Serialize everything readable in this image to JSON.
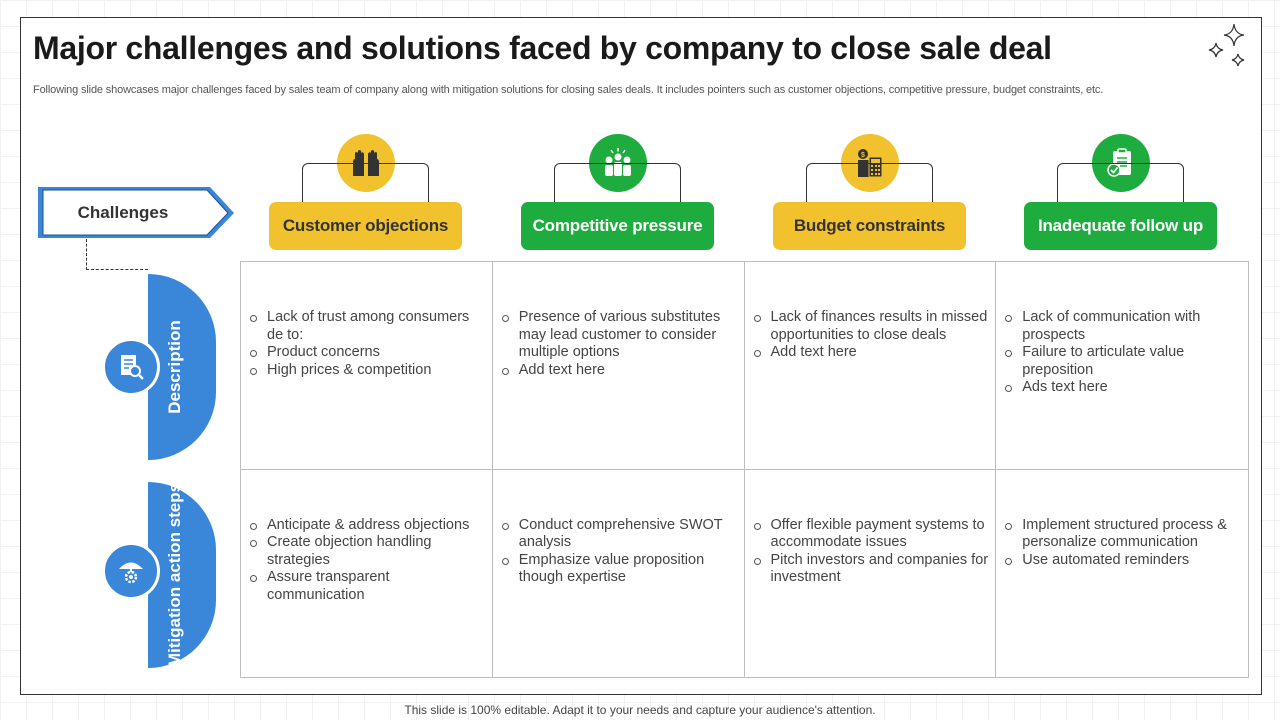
{
  "title": "Major challenges and solutions faced by company to close sale deal",
  "subtitle": "Following slide showcases major challenges faced by sales team of company along with mitigation solutions for closing sales deals. It includes pointers such as customer objections, competitive pressure, budget constraints, etc.",
  "challenges_label": "Challenges",
  "rows": [
    {
      "label": "Description",
      "icon": "document-search-icon"
    },
    {
      "label": "Mitigation action steps",
      "icon": "umbrella-gear-icon"
    }
  ],
  "columns": [
    {
      "title": "Customer objections",
      "color": "#f2c12e",
      "icon": "stop-hands-icon",
      "description": [
        "Lack of trust among consumers de to:",
        "Product concerns",
        "High prices & competition"
      ],
      "mitigation": [
        "Anticipate & address objections",
        "Create objection handling strategies",
        "Assure transparent communication"
      ]
    },
    {
      "title": "Competitive pressure",
      "color": "#1eac3f",
      "icon": "team-competition-icon",
      "description": [
        "Presence of various substitutes may lead customer to consider multiple options",
        "Add text here"
      ],
      "mitigation": [
        "Conduct comprehensive SWOT analysis",
        "Emphasize value proposition though expertise"
      ]
    },
    {
      "title": "Budget constraints",
      "color": "#f2c12e",
      "icon": "budget-calculator-icon",
      "description": [
        "Lack of finances results in missed opportunities to close deals",
        "Add text here"
      ],
      "mitigation": [
        "Offer flexible payment systems to accommodate issues",
        "Pitch investors and companies for investment"
      ]
    },
    {
      "title": "Inadequate follow up",
      "color": "#1eac3f",
      "icon": "clipboard-check-icon",
      "description": [
        "Lack of communication with prospects",
        "Failure to articulate value preposition",
        "Ads text here"
      ],
      "mitigation": [
        "Implement structured process & personalize communication",
        "Use automated reminders"
      ]
    }
  ],
  "accent_blue": "#3a86d8",
  "footer": "This slide is 100% editable. Adapt it to your needs and capture your audience's attention."
}
